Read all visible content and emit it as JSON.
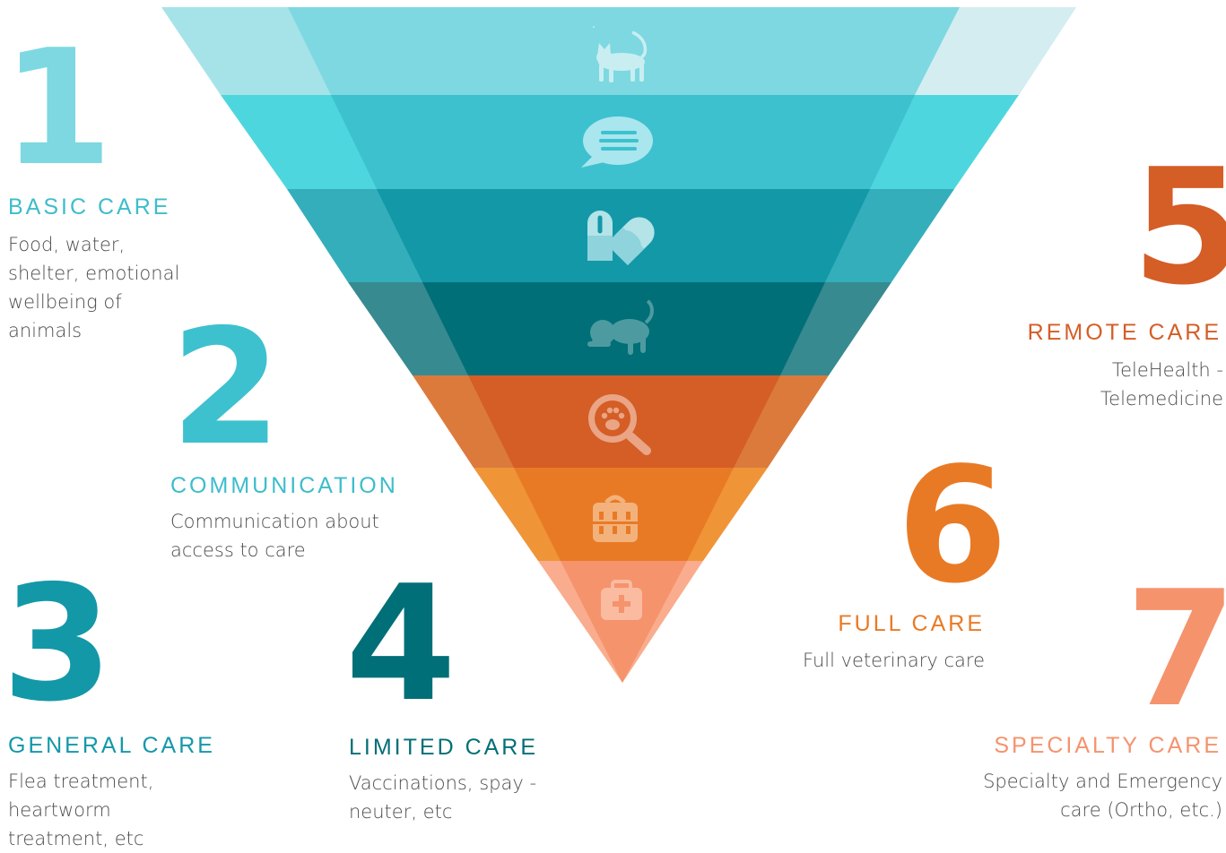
{
  "colors": {
    "level1": "#7dd8e1",
    "level2": "#3dc1cf",
    "level3": "#1398a8",
    "level4": "#016f77",
    "level5": "#d55d26",
    "level6": "#e97a25",
    "level7": "#f5936d"
  },
  "funnel": {
    "layers": [
      {
        "icon": "cat-icon"
      },
      {
        "icon": "chat-bubble-icon"
      },
      {
        "icon": "pills-icon"
      },
      {
        "icon": "puppy-icon"
      },
      {
        "icon": "paw-magnifier-icon"
      },
      {
        "icon": "pet-carrier-icon"
      },
      {
        "icon": "medical-kit-icon"
      }
    ]
  },
  "levels": [
    {
      "number": "1",
      "title": "BASIC CARE",
      "description": "Food, water,\nshelter, emotional\nwellbeing of\nanimals"
    },
    {
      "number": "2",
      "title": "COMMUNICATION",
      "description": "Communication about\naccess to care"
    },
    {
      "number": "3",
      "title": "GENERAL CARE",
      "description": "Flea treatment,\nheartworm\ntreatment, etc"
    },
    {
      "number": "4",
      "title": "LIMITED CARE",
      "description": "Vaccinations, spay -\nneuter, etc"
    },
    {
      "number": "5",
      "title": "REMOTE CARE",
      "description": "TeleHealth -\nTelemedicine"
    },
    {
      "number": "6",
      "title": "FULL CARE",
      "description": "Full veterinary care"
    },
    {
      "number": "7",
      "title": "SPECIALTY CARE",
      "description": "Specialty and Emergency\ncare (Ortho, etc.)"
    }
  ]
}
